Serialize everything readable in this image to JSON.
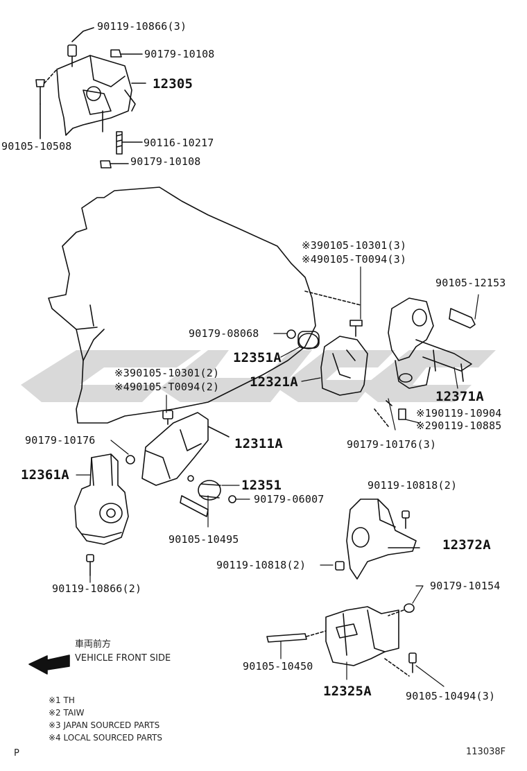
{
  "diagram": {
    "watermark_color": "#d9d9d9",
    "part_labels": {
      "p01": "90119-10866(3)",
      "p02": "90179-10108",
      "p03": "12305",
      "p04": "90105-10508",
      "p05": "90116-10217",
      "p06": "90179-10108",
      "p07": "※390105-10301(3)",
      "p08": "※490105-T0094(3)",
      "p09": "90105-12153",
      "p10": "90179-08068",
      "p11": "12351A",
      "p12": "12321A",
      "p13": "※390105-10301(2)",
      "p14": "※490105-T0094(2)",
      "p15": "12371A",
      "p16": "※190119-10904",
      "p17": "※290119-10885",
      "p18": "90179-10176(3)",
      "p19": "90179-10176",
      "p20": "12311A",
      "p21": "12361A",
      "p22": "12351",
      "p23": "90179-06007",
      "p24": "90119-10818(2)",
      "p25": "12372A",
      "p26": "90105-10495",
      "p27": "90119-10818(2)",
      "p28": "90119-10866(2)",
      "p29": "90179-10154",
      "p30": "90105-10450",
      "p31": "12325A",
      "p32": "90105-10494(3)"
    },
    "direction": {
      "jp": "車両前方",
      "en": "VEHICLE FRONT SIDE"
    },
    "notes": [
      "※1  TH",
      "※2  TAIW",
      "※3  JAPAN SOURCED PARTS",
      "※4  LOCAL SOURCED PARTS"
    ],
    "corner_left": "P",
    "figure_number": "113038F"
  }
}
